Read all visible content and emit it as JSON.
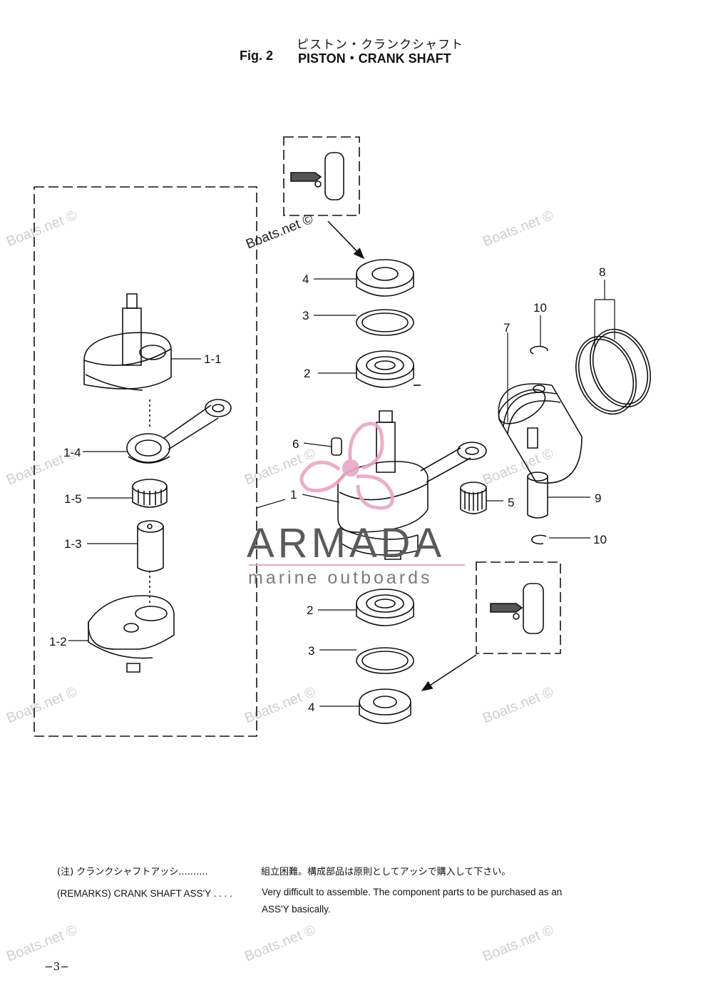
{
  "header": {
    "title_jp": "ピストン・クランクシャフト",
    "fig_no": "Fig. 2",
    "fig_name": "PISTON・CRANK SHAFT"
  },
  "labels": {
    "l1_1": "1-1",
    "l1_4": "1-4",
    "l1_5": "1-5",
    "l1_3": "1-3",
    "l1_2": "1-2",
    "p4a": "4",
    "p3a": "3",
    "p2a": "2",
    "p6": "6",
    "p1": "1",
    "p5": "5",
    "p7": "7",
    "p8": "8",
    "p10a": "10",
    "p9": "9",
    "p10b": "10",
    "p2b": "2",
    "p3b": "3",
    "p4b": "4"
  },
  "remarks": {
    "jp_label": "(注) クランクシャフトアッシ..........",
    "jp_text": "組立困難。構成部品は原則としてアッシで購入して下さい。",
    "en_label": "(REMARKS) CRANK SHAFT ASS'Y . . . .",
    "en_text_1": "Very difficult to assemble. The component parts to be purchased as an",
    "en_text_2": "ASS'Y basically."
  },
  "page_number": "−3−",
  "watermark": {
    "text": "Boats.net ©",
    "brand": "ARMADA",
    "brand_sub": "marine outboards",
    "brand_color": "#e9a6c5"
  }
}
